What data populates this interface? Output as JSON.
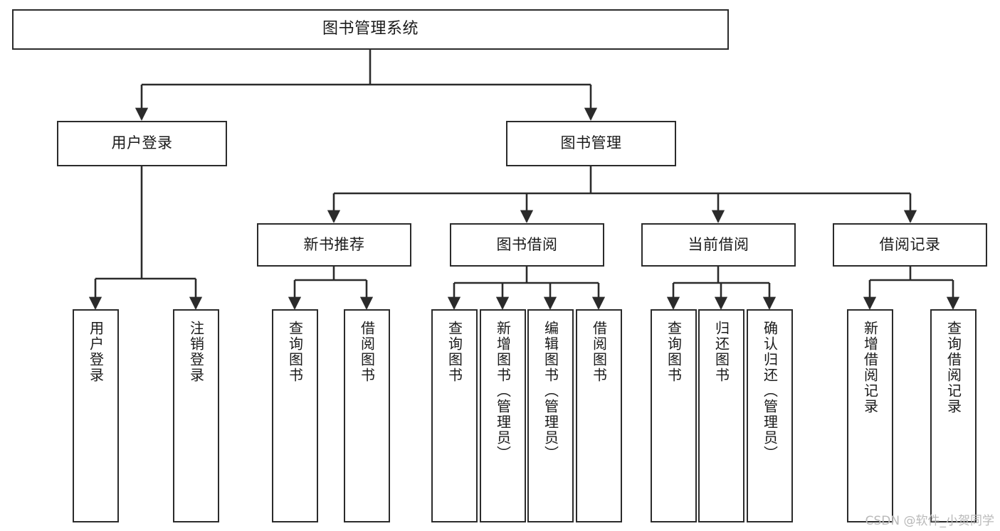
{
  "diagram": {
    "title": "图书管理系统",
    "type": "tree",
    "orientation": "top-down",
    "colors": {
      "background": "#ffffff",
      "node_border": "#2b2b2b",
      "node_fill": "#ffffff",
      "edge": "#2b2b2b",
      "text": "#1a1a1a",
      "watermark": "#b9b9b9"
    },
    "root": {
      "label": "图书管理系统"
    },
    "level2": [
      {
        "label": "用户登录"
      },
      {
        "label": "图书管理"
      }
    ],
    "level3": [
      {
        "label": "新书推荐"
      },
      {
        "label": "图书借阅"
      },
      {
        "label": "当前借阅"
      },
      {
        "label": "借阅记录"
      }
    ],
    "leaves": {
      "user_login": [
        {
          "label": "用户登录"
        },
        {
          "label": "注销登录"
        }
      ],
      "new_book_recommend": [
        {
          "label": "查询图书"
        },
        {
          "label": "借阅图书"
        }
      ],
      "book_borrow": [
        {
          "label": "查询图书"
        },
        {
          "label": "新增图书（管理员）"
        },
        {
          "label": "编辑图书（管理员）"
        },
        {
          "label": "借阅图书"
        }
      ],
      "current_borrow": [
        {
          "label": "查询图书"
        },
        {
          "label": "归还图书"
        },
        {
          "label": "确认归还（管理员）"
        }
      ],
      "borrow_record": [
        {
          "label": "新增借阅记录"
        },
        {
          "label": "查询借阅记录"
        }
      ]
    },
    "watermark": "CSDN @软件_小贺同学"
  }
}
